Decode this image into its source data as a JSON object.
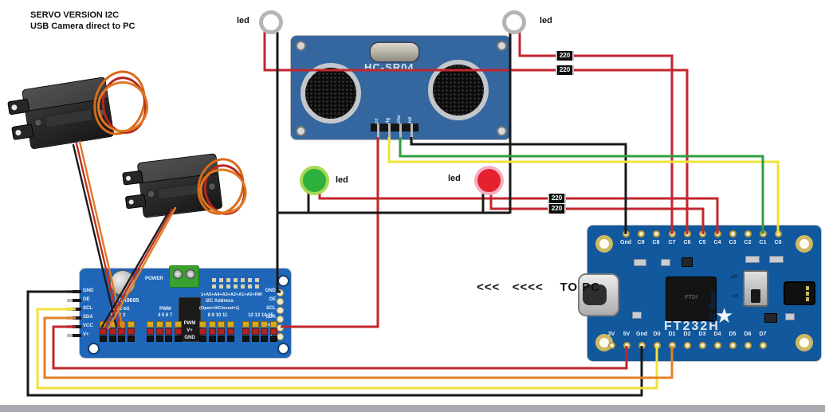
{
  "title": {
    "line1": "SERVO VERSION I2C",
    "line2": "USB Camera direct to PC"
  },
  "annotations": {
    "to_pc": "<<<   <<<<    TO PC"
  },
  "leds": [
    "led",
    "led",
    "led",
    "led"
  ],
  "resistors": [
    "220",
    "220",
    "220",
    "220"
  ],
  "hcsr04": {
    "name": "HC-SR04",
    "pins": [
      "Vcc",
      "Trig",
      "Echo",
      "Gnd"
    ]
  },
  "pca9685": {
    "silk1": "PCA9685",
    "silk2": "16   12-bit",
    "pwm": "PWM",
    "power": "POWER",
    "addr": "1+A5+A4+A3+A2+A1+A0+RW",
    "i2c1": "I2C Address",
    "i2c2": "(Open=0/Closed=1)",
    "side_pins": [
      "GND",
      "OE",
      "SCL",
      "SDA",
      "VCC",
      "V+"
    ],
    "row_labels": [
      "PWM",
      "V+",
      "GND"
    ],
    "groups": [
      "0  1  2  3",
      "4  5  6  7",
      "8  9  10 11",
      "12 13 14 15"
    ]
  },
  "ft232h": {
    "name": "FT232H",
    "chip": "FTDI",
    "mode": "I2C Mode",
    "switch_off": "off",
    "switch_on": "on",
    "top_pins": [
      "Gnd",
      "C9",
      "C8",
      "C7",
      "C6",
      "C5",
      "C4",
      "C3",
      "C2",
      "C1",
      "C0"
    ],
    "bottom_pins": [
      "3V",
      "5V",
      "Gnd",
      "D0",
      "D1",
      "D2",
      "D3",
      "D4",
      "D5",
      "D6",
      "D7"
    ]
  },
  "colors": {
    "wire_red": "#c2262c",
    "wire_black": "#181818",
    "wire_yellow": "#f0e23a",
    "wire_green": "#2f9e41",
    "wire_orange": "#e08227",
    "pcb_hcsr04": "#34679f",
    "pcb_pca9685": "#1f66b8",
    "pcb_ft232h": "#11589c",
    "led_green": "#2db03c",
    "led_red": "#e5202f"
  },
  "connections": [
    {
      "color": "red",
      "from": "FT232H 5V",
      "to": "PCA9685 VCC (left)"
    },
    {
      "color": "black",
      "from": "FT232H Gnd (bottom)",
      "to": "PCA9685 GND (left)"
    },
    {
      "color": "yellow",
      "from": "FT232H D0",
      "to": "PCA9685 SCL"
    },
    {
      "color": "orange",
      "from": "FT232H D1",
      "to": "PCA9685 SDA"
    },
    {
      "color": "red",
      "from": "HC-SR04 Vcc",
      "to": "PCA9685 VCC (right)"
    },
    {
      "color": "black",
      "from": "HC-SR04 Gnd",
      "to": "FT232H Gnd (top)"
    },
    {
      "color": "yellow",
      "from": "HC-SR04 Trig",
      "to": "FT232H C0"
    },
    {
      "color": "green",
      "from": "HC-SR04 Echo",
      "to": "FT232H C1"
    },
    {
      "color": "red",
      "from": "top-right LED",
      "to": "FT232H C7",
      "via": "220"
    },
    {
      "color": "red",
      "from": "top-left LED",
      "to": "FT232H C6",
      "via": "220"
    },
    {
      "color": "red",
      "from": "red LED",
      "to": "FT232H C5",
      "via": "220"
    },
    {
      "color": "red",
      "from": "green LED",
      "to": "FT232H C4",
      "via": "220"
    },
    {
      "color": "black",
      "from": "all LED cathodes",
      "to": "PCA9685 GND (right)"
    },
    {
      "color": "ribbon",
      "from": "Servo 1",
      "to": "PCA9685 channel 0"
    },
    {
      "color": "ribbon",
      "from": "Servo 2",
      "to": "PCA9685 channel 1"
    }
  ]
}
